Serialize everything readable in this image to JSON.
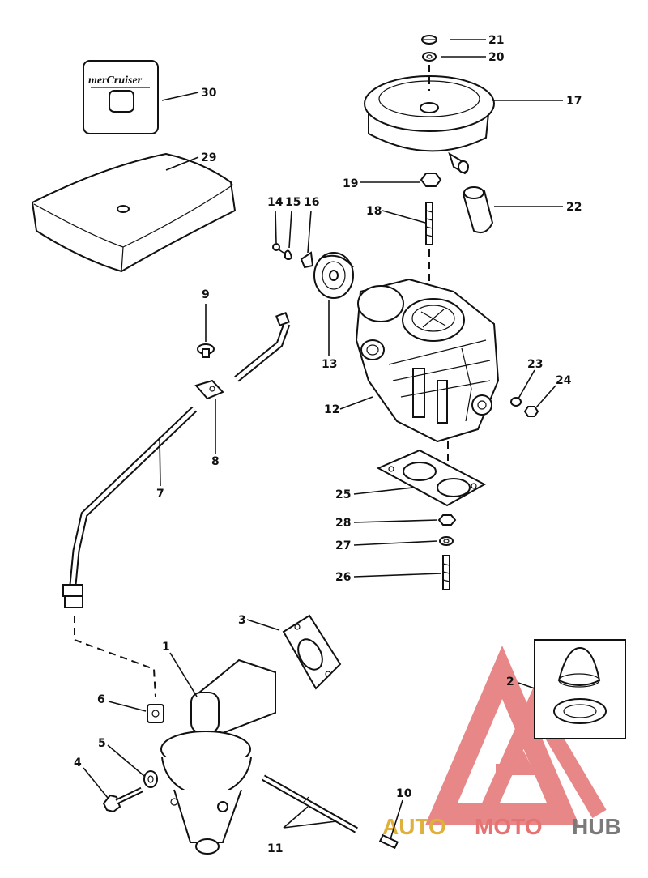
{
  "diagram": {
    "callouts": [
      {
        "id": "1",
        "label": "1"
      },
      {
        "id": "2",
        "label": "2"
      },
      {
        "id": "3",
        "label": "3"
      },
      {
        "id": "4",
        "label": "4"
      },
      {
        "id": "5",
        "label": "5"
      },
      {
        "id": "6",
        "label": "6"
      },
      {
        "id": "7",
        "label": "7"
      },
      {
        "id": "8",
        "label": "8"
      },
      {
        "id": "9",
        "label": "9"
      },
      {
        "id": "10",
        "label": "10"
      },
      {
        "id": "11",
        "label": "11"
      },
      {
        "id": "12",
        "label": "12"
      },
      {
        "id": "13",
        "label": "13"
      },
      {
        "id": "14",
        "label": "14"
      },
      {
        "id": "15",
        "label": "15"
      },
      {
        "id": "16",
        "label": "16"
      },
      {
        "id": "17",
        "label": "17"
      },
      {
        "id": "18",
        "label": "18"
      },
      {
        "id": "19",
        "label": "19"
      },
      {
        "id": "20",
        "label": "20"
      },
      {
        "id": "21",
        "label": "21"
      },
      {
        "id": "22",
        "label": "22"
      },
      {
        "id": "23",
        "label": "23"
      },
      {
        "id": "24",
        "label": "24"
      },
      {
        "id": "25",
        "label": "25"
      },
      {
        "id": "26",
        "label": "26"
      },
      {
        "id": "27",
        "label": "27"
      },
      {
        "id": "28",
        "label": "28"
      },
      {
        "id": "29",
        "label": "29"
      },
      {
        "id": "30",
        "label": "30"
      }
    ],
    "decal_brand": "merCruiser",
    "watermark": {
      "text_part1": "AUTO",
      "text_part2": "MOTO",
      "text_part3": "HUB",
      "color_red": "#e57373",
      "color_gold": "#e0b13a",
      "color_gray": "#7a7a7a"
    }
  }
}
